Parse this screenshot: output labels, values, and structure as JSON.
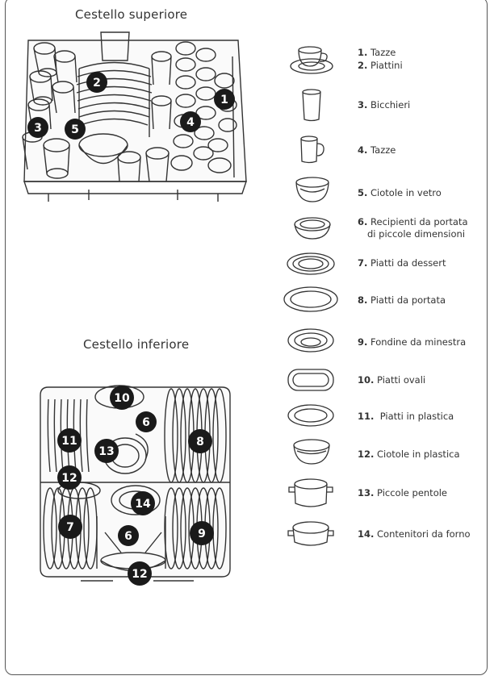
{
  "titles": {
    "upper": "Cestello superiore",
    "lower": "Cestello inferiore"
  },
  "upper_badges": [
    "2",
    "1",
    "3",
    "5",
    "4"
  ],
  "lower_badges": [
    "10",
    "6",
    "11",
    "13",
    "8",
    "12",
    "14",
    "7",
    "6",
    "9",
    "12"
  ],
  "legend": [
    {
      "num": "1.",
      "text": "Tazze",
      "icon": "cup-saucer-icon"
    },
    {
      "num": "2.",
      "text": "Piattini",
      "icon": "cup-saucer-icon"
    },
    {
      "num": "3.",
      "text": "Bicchieri",
      "icon": "glass-icon"
    },
    {
      "num": "4.",
      "text": "Tazze",
      "icon": "mug-icon"
    },
    {
      "num": "5.",
      "text": "Ciotole in vetro",
      "icon": "glass-bowl-icon"
    },
    {
      "num": "6.",
      "text": "Recipienti da portata",
      "text2": "di piccole dimensioni",
      "icon": "small-bowl-icon"
    },
    {
      "num": "7.",
      "text": "Piatti da dessert",
      "icon": "dessert-plate-icon"
    },
    {
      "num": "8.",
      "text": "Piatti da portata",
      "icon": "dinner-plate-icon"
    },
    {
      "num": "9.",
      "text": "Fondine da minestra",
      "icon": "soup-plate-icon"
    },
    {
      "num": "10.",
      "text": "Piatti ovali",
      "icon": "oval-plate-icon"
    },
    {
      "num": "11.",
      "text": "Piatti in plastica",
      "icon": "plastic-plate-icon"
    },
    {
      "num": "12.",
      "text": "Ciotole in plastica",
      "icon": "plastic-bowl-icon"
    },
    {
      "num": "13.",
      "text": "Piccole pentole",
      "icon": "small-pot-icon"
    },
    {
      "num": "14.",
      "text": "Contenitori da forno",
      "icon": "oven-dish-icon"
    }
  ]
}
